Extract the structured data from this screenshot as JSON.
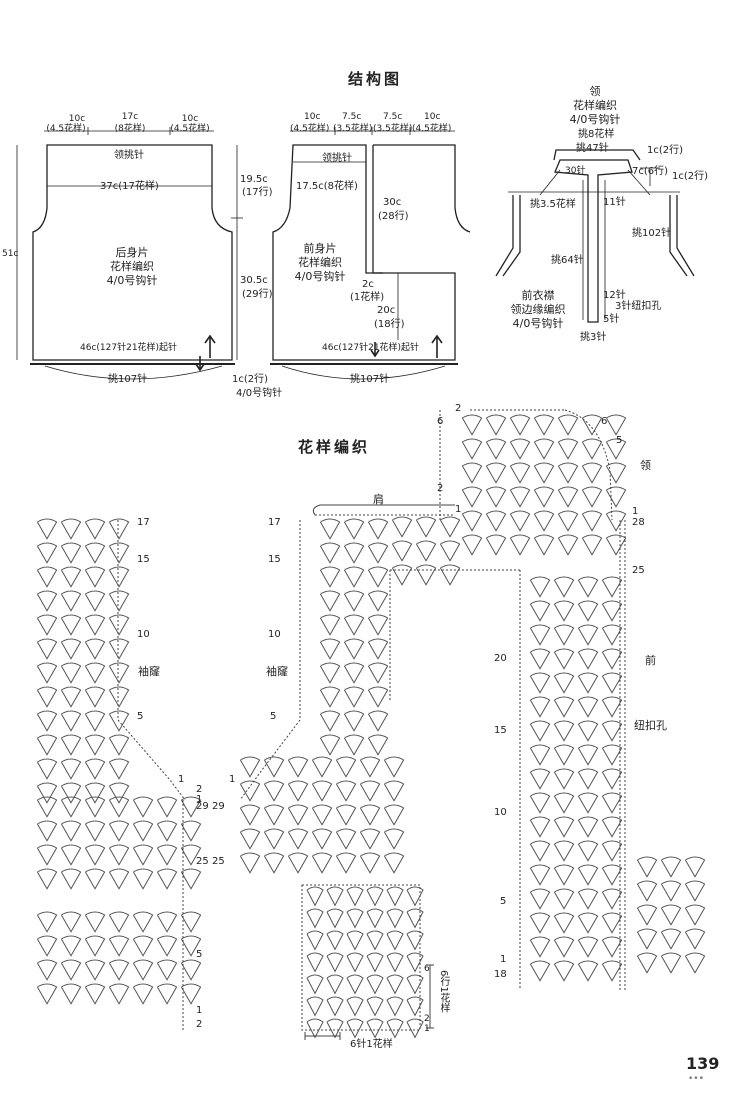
{
  "section_titles": {
    "structure": "结构图",
    "pattern": "花样编织"
  },
  "back": {
    "top_left": "10c",
    "top_left_sub": "(4.5花样)",
    "top_mid": "17c",
    "top_mid_sub": "(8花样)",
    "top_right": "10c",
    "top_right_sub": "(4.5花样)",
    "neck": "领挑针",
    "width_37": "37c(17花样)",
    "side_total": "51c",
    "upper": "19.5c",
    "upper_rows": "(17行)",
    "lower": "30.5c",
    "lower_rows": "(29行)",
    "name": "后身片",
    "pattern": "花样编织",
    "hook": "4/0号钩针",
    "cast_on": "46c(127针21花样)起针",
    "pick": "挑107针"
  },
  "front": {
    "top1": "10c",
    "top2": "7.5c",
    "top3": "7.5c",
    "top4": "10c",
    "top1_sub": "(4.5花样)",
    "top2_sub": "(3.5花样)",
    "top3_sub": "(3.5花样)",
    "top4_sub": "(4.5花样)",
    "neck": "领挑针",
    "width": "17.5c(8花样)",
    "h30": "30c",
    "h30_rows": "(28行)",
    "name": "前身片",
    "pattern": "花样编织",
    "hook": "4/0号钩针",
    "gap": "2c",
    "gap_sub": "(1花样)",
    "h20": "20c",
    "h20_rows": "(18行)",
    "cast_on": "46c(127针21花样)起针",
    "pick": "挑107针",
    "edge": "1c(2行)",
    "edge_hook": "4/0号钩针"
  },
  "collar": {
    "title": "领",
    "pattern": "花样编织",
    "hook": "4/0号钩针",
    "pick8": "挑8花样",
    "pick47": "挑47针",
    "e1": "1c(2行)",
    "e2": "1c(2行)",
    "e3": "7c(6行)",
    "v30": "30针",
    "sts11": "11针",
    "pick35": "挑3.5花样",
    "pick102": "挑102针",
    "pick64": "挑64针",
    "sts12": "12针",
    "buttonhole": "3针纽扣孔",
    "sts5": "5针",
    "pick3": "挑3针",
    "edge_name": "前衣襟",
    "edge_pattern": "领边缘编织",
    "edge_hook": "4/0号钩针"
  },
  "chart_labels": {
    "armhole": "袖窿",
    "shoulder": "肩",
    "collar": "领",
    "front": "前",
    "buttonhole": "纽扣孔",
    "repeat_rows": "6行1花样",
    "repeat_sts": "6针1花样",
    "n17": "17",
    "n15": "15",
    "n10": "10",
    "n5": "5",
    "n1": "1",
    "n2": "2",
    "n29": "29",
    "n25": "25",
    "n28": "28",
    "n6": "6",
    "n20": "20",
    "n18": "18"
  },
  "page_number": "139",
  "page_dots": "•••"
}
